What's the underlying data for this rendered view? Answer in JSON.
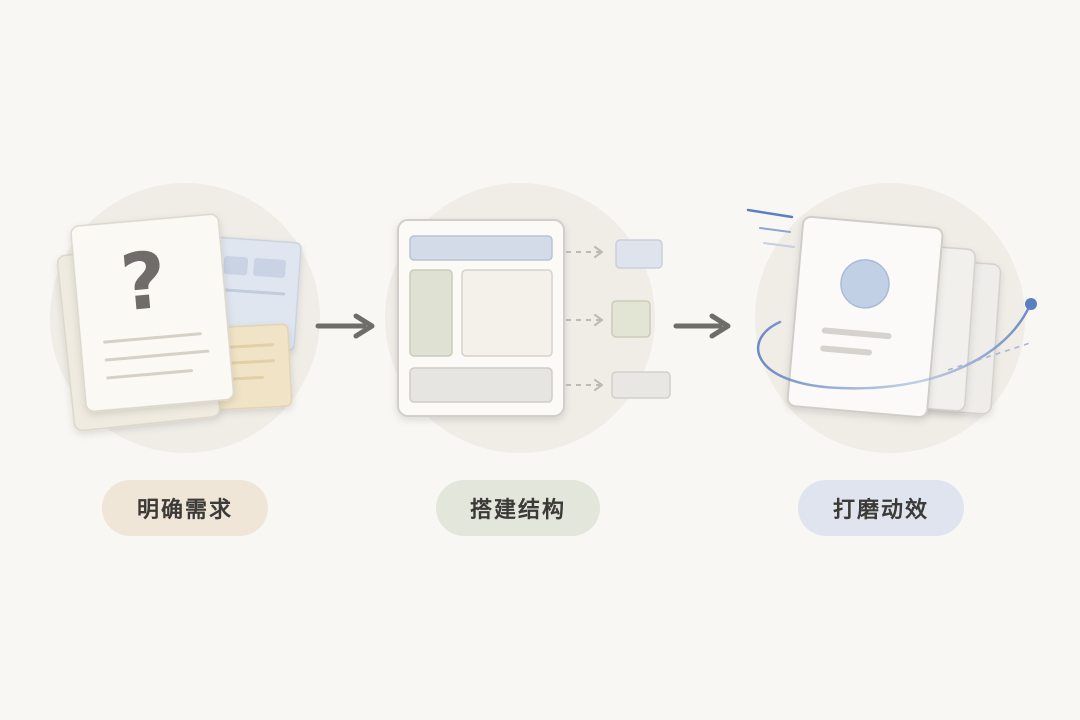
{
  "steps": [
    {
      "label": "明确需求",
      "color": "#efe6d8"
    },
    {
      "label": "搭建结构",
      "color": "#e3e6da"
    },
    {
      "label": "打磨动效",
      "color": "#dfe4ee"
    }
  ],
  "icons": [
    "documents-question-icon",
    "layout-wireframe-icon",
    "motion-cards-icon"
  ],
  "colors": {
    "background": "#f9f7f3",
    "arrow": "#6f6d69",
    "accent_blue": "#5b80c2",
    "accent_green": "#cdd5c0",
    "accent_tan": "#f1e3c6"
  }
}
